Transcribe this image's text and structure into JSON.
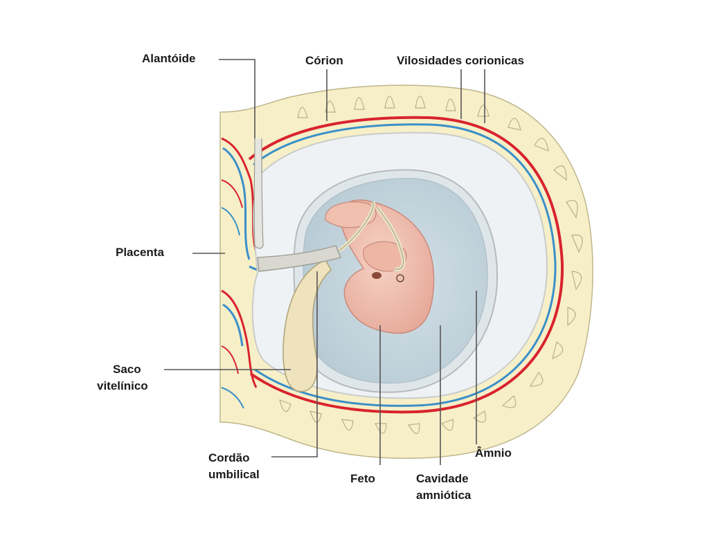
{
  "labels": {
    "alantoide": "Alantóide",
    "corion": "Córion",
    "vilosidades": "Vilosidades corionicas",
    "placenta": "Placenta",
    "saco_line1": "Saco",
    "saco_line2": "vitelínico",
    "cordao_line1": "Cordão",
    "cordao_line2": "umbilical",
    "feto": "Feto",
    "cavidade_line1": "Cavidade",
    "cavidade_line2": "amniótica",
    "amnio": "Âmnio"
  },
  "colors": {
    "decidua": "#f6efc8",
    "decidua_edge": "#bdb68a",
    "chorion_artery": "#d9232e",
    "chorion_vein": "#3a8fc9",
    "chorionic_cavity": "#eef2f4",
    "amnion_membrane": "#c9ccca",
    "amniotic_fluid": "#c5d6df",
    "embryo": "#f2c8bb",
    "yolk_sac": "#efe3bd",
    "leader_line": "#555555"
  }
}
